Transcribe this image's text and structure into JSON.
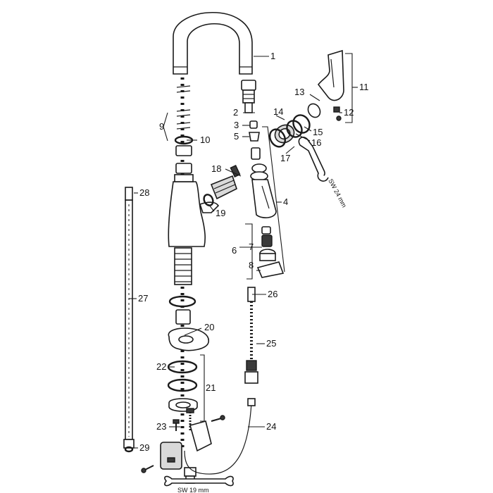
{
  "labels": {
    "p1": "1",
    "p2": "2",
    "p3": "3",
    "p4": "4",
    "p5": "5",
    "p6": "6",
    "p7": "7",
    "p8": "8",
    "p9": "9",
    "p10": "10",
    "p11": "11",
    "p12": "12",
    "p13": "13",
    "p14": "14",
    "p15": "15",
    "p16": "16",
    "p17": "17",
    "p18": "18",
    "p19": "19",
    "p20": "20",
    "p21": "21",
    "p22": "22",
    "p23": "23",
    "p24": "24",
    "p25": "25",
    "p26": "26",
    "p27": "27",
    "p28": "28",
    "p29": "29"
  },
  "wrench_labels": {
    "sw24": "SW 24 mm",
    "sw19": "SW 19 mm"
  },
  "colors": {
    "line": "#1a1a1a",
    "part_fill": "#ffffff",
    "shade": "#d9d9d9"
  }
}
